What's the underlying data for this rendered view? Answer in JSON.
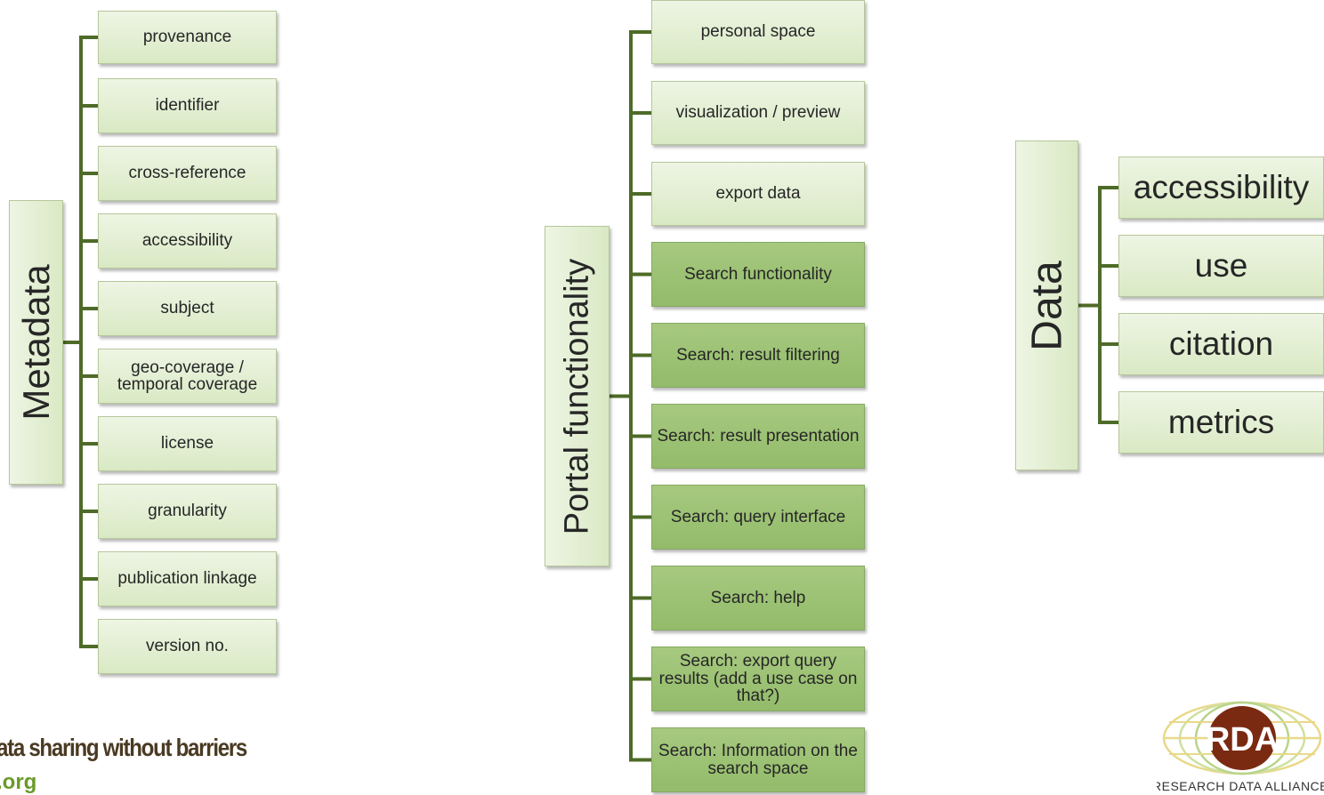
{
  "trees": [
    {
      "root": "Metadata",
      "nodes": [
        "provenance",
        "identifier",
        "cross-reference",
        "accessibility",
        "subject",
        "geo-coverage / temporal coverage",
        "license",
        "granularity",
        "publication linkage",
        "version no."
      ]
    },
    {
      "root": "Portal functionality",
      "nodes": [
        "personal space",
        "visualization / preview",
        "export data",
        "Search functionality",
        "Search: result filtering",
        "Search: result presentation",
        "Search: query interface",
        "Search: help",
        "Search: export query results (add a use case on that?)",
        "Search: Information on the search space"
      ]
    },
    {
      "root": "Data",
      "nodes": [
        "accessibility",
        "use",
        "citation",
        "metrics"
      ]
    }
  ],
  "footer": {
    "tagline": "ata sharing without barriers",
    "site": ".org",
    "logo_text": "RDA",
    "logo_caption": "RESEARCH DATA ALLIANCE"
  },
  "colors": {
    "connector": "#4e6b27",
    "node_light": "#e2eed3",
    "node_dark": "#9cc274",
    "text": "#262626"
  }
}
